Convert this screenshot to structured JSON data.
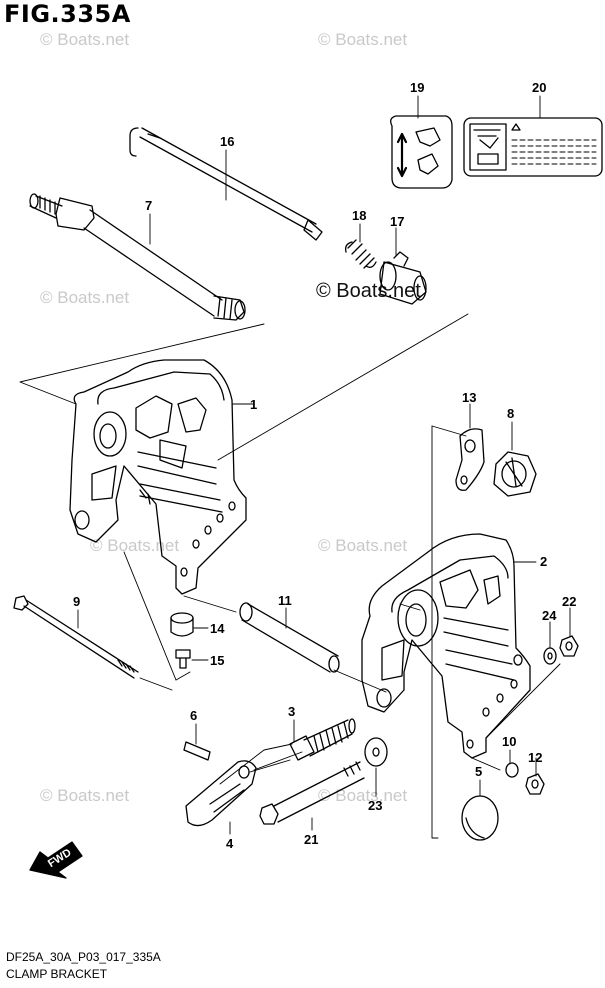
{
  "figure": {
    "title": "FIG.335A"
  },
  "watermark": {
    "text": "© Boats.net"
  },
  "footer": {
    "code": "DF25A_30A_P03_017_335A",
    "name": "CLAMP BRACKET"
  },
  "fwd_label": "FWD",
  "callouts": {
    "p1": "1",
    "p2": "2",
    "p3": "3",
    "p4": "4",
    "p5": "5",
    "p6": "6",
    "p7": "7",
    "p8": "8",
    "p9": "9",
    "p10": "10",
    "p11": "11",
    "p12": "12",
    "p13": "13",
    "p14": "14",
    "p15": "15",
    "p16": "16",
    "p17": "17",
    "p18": "18",
    "p19": "19",
    "p20": "20",
    "p21": "21",
    "p22": "22",
    "p23": "23",
    "p24": "24"
  }
}
